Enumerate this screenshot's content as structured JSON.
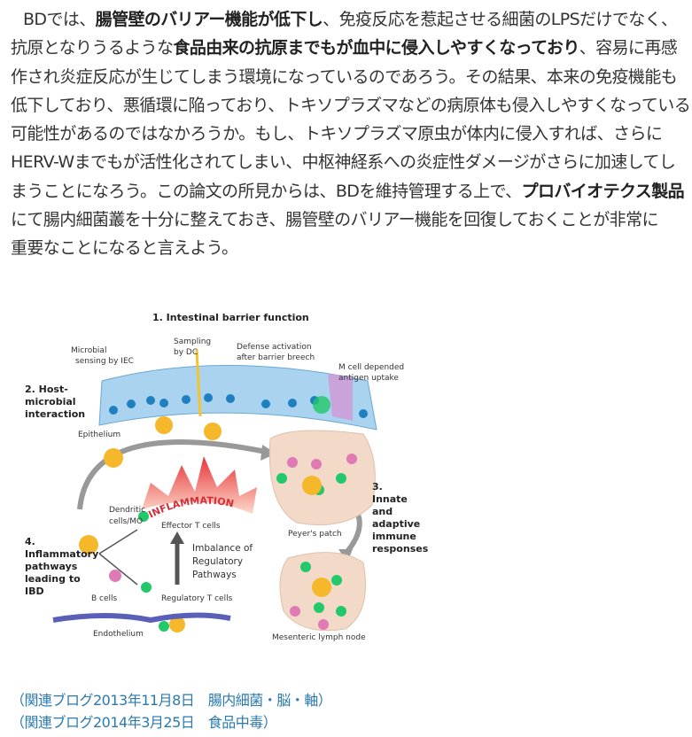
{
  "article": {
    "lines": [
      [
        {
          "t": "BDでは、"
        },
        {
          "t": "腸管壁のバリアー機能が低下し",
          "b": true
        },
        {
          "t": "、免疫反応を惹起させる細菌のLPSだけでなく、"
        }
      ],
      [
        {
          "t": "抗原となりうるような"
        },
        {
          "t": "食品由来の抗原までもが血中に侵入しやすくなっており",
          "b": true
        },
        {
          "t": "、容易に再感"
        }
      ],
      [
        {
          "t": "作され炎症反応が生じてしまう環境になっているのであろう。その結果、本来の免疫機能も"
        }
      ],
      [
        {
          "t": "低下しており、悪循環に陥っており、トキソプラズマなどの病原体も侵入しやすくなっている"
        }
      ],
      [
        {
          "t": "可能性があるのではなかろうか。もし、トキソプラズマ原虫が体内に侵入すれば、さらに"
        }
      ],
      [
        {
          "t": "HERV-Wまでもが活性化されてしまい、中枢神経系への炎症性ダメージがさらに加速してし"
        }
      ],
      [
        {
          "t": "まうことになろう。この論文の所見からは、BDを維持管理する上で、"
        },
        {
          "t": "プロバイオテクス製品",
          "b": true
        }
      ],
      [
        {
          "t": "にて腸内細菌叢を十分に整えておき、腸管壁のバリアー機能を回復しておくことが非常に"
        }
      ],
      [
        {
          "t": "重要なことになると言えよう。"
        }
      ]
    ]
  },
  "figure": {
    "title": "1. Intestinal barrier function",
    "microbial_sensing": [
      "Microbial",
      "sensing by IEC"
    ],
    "sampling": [
      "Sampling",
      "by DC"
    ],
    "defense": [
      "Defense activation",
      "after barrier breech"
    ],
    "mcell": [
      "M cell depended",
      "antigen uptake"
    ],
    "host": [
      "2. Host-",
      "microbial",
      "interaction"
    ],
    "epithelium": "Epithelium",
    "inflammation": "INFLAMMATION",
    "dendritic": [
      "Dendritic",
      "cells/MO"
    ],
    "effector": "Effector T cells",
    "imbalance": [
      "Imbalance of",
      "Regulatory",
      "Pathways"
    ],
    "peyers": "Peyer's patch",
    "innate": [
      "3.",
      "Innate",
      "and",
      "adaptive",
      "immune",
      "responses"
    ],
    "inflammatory": [
      "4.",
      "Inflammatory",
      "pathways",
      "leading to",
      "IBD"
    ],
    "bcells": "B cells",
    "regulatory": "Regulatory T cells",
    "endothelium": "Endothelium",
    "mesenteric": "Mesenteric lymph node"
  },
  "related_links": [
    "（関連ブログ2013年11月8日　腸内細菌・脳・軸）",
    "（関連ブログ2014年3月25日　食品中毒）"
  ],
  "colors": {
    "link": "#2a7ab0",
    "epithelium": "#a9d3ef",
    "nucleus": "#1f7fbf",
    "dc": "#f4b82a",
    "patch": "#f2d9c8",
    "green": "#22c86a",
    "pink": "#e07ab5"
  }
}
